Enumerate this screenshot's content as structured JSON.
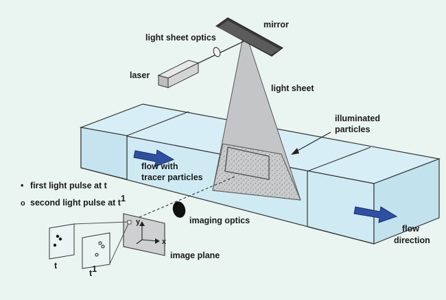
{
  "colors": {
    "background": "#eaf4f1",
    "channel_fill": "#d7eef6",
    "channel_edge": "#333333",
    "arrow_fill": "#2f4fa3",
    "sheet_fill": "#c3c5c6",
    "image_plane_fill": "#cfd0d1",
    "frame_fill": "#e9f4f3"
  },
  "labels": {
    "mirror": "mirror",
    "light_sheet_optics": "light sheet optics",
    "laser": "laser",
    "light_sheet": "light sheet",
    "illuminated_line1": "illuminated",
    "illuminated_line2": "particles",
    "flow_with_line1": "flow with",
    "flow_with_line2": "tracer particles",
    "imaging_optics": "imaging optics",
    "flow_direction_line1": "flow",
    "flow_direction_line2": "direction",
    "image_plane": "image plane",
    "frame_t": "t",
    "frame_t1": "t",
    "frame_t1_super": "1",
    "axis_x": "x",
    "axis_y": "y"
  },
  "legend": {
    "first_pulse_symbol": "•",
    "first_pulse_text": "first light pulse at t",
    "second_pulse_symbol": "o",
    "second_pulse_text": "second light pulse at t",
    "second_pulse_super": "1"
  }
}
